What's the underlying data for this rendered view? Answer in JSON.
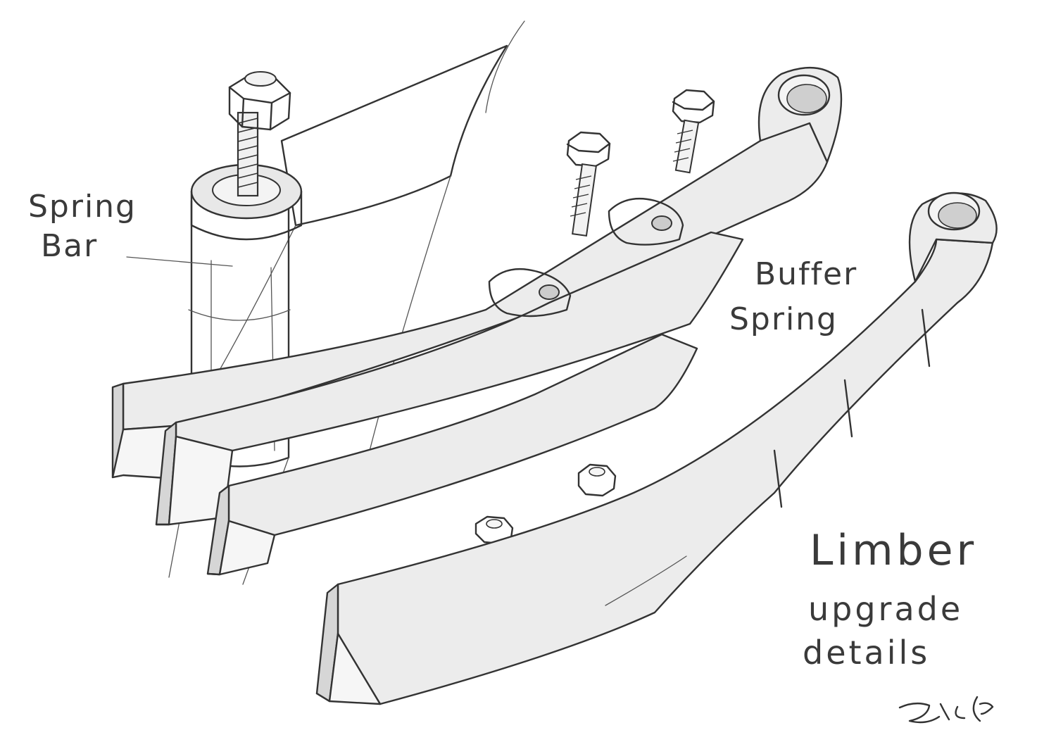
{
  "labels": {
    "spring_bar_line1": "Spring",
    "spring_bar_line2": "Bar",
    "buffer_spring_line1": "Buffer",
    "buffer_spring_line2": "Spring",
    "title": "Limber",
    "subtitle_line1": "upgrade",
    "subtitle_line2": "details",
    "signature": "Jrck"
  }
}
